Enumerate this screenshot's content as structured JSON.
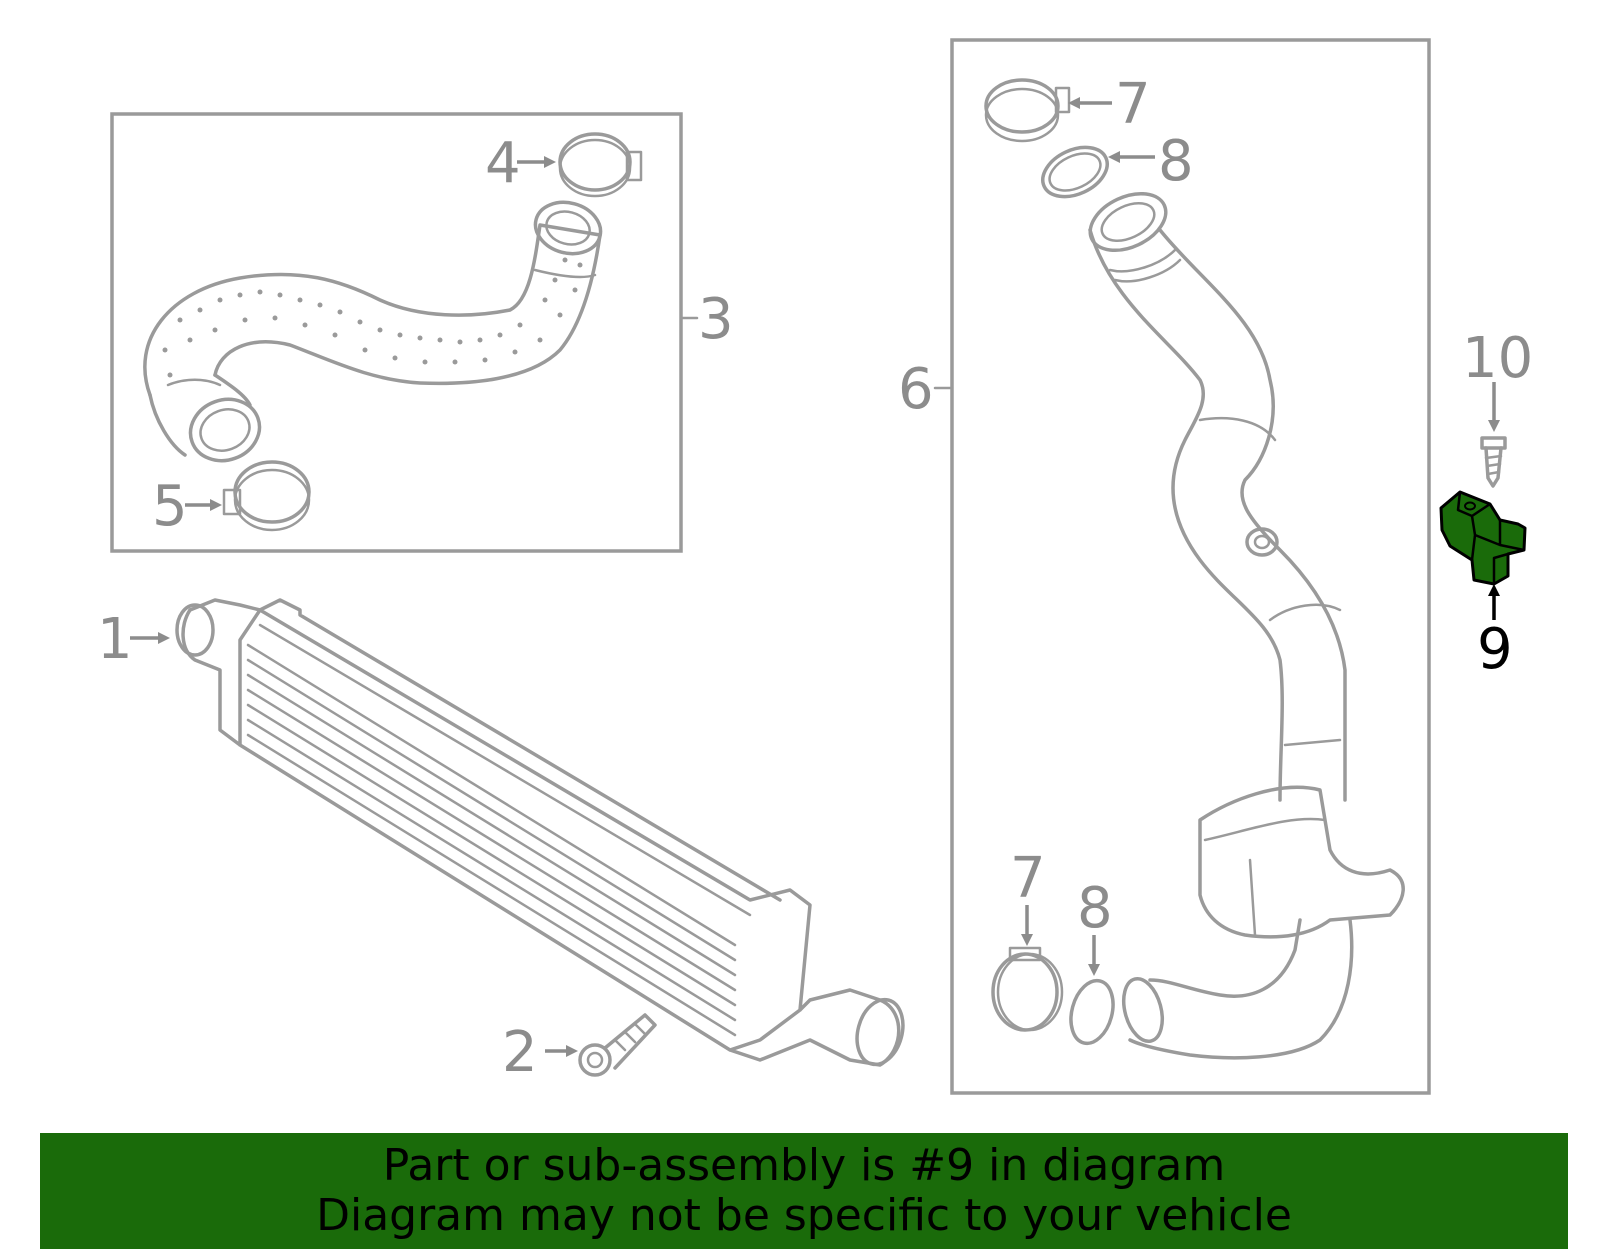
{
  "callouts": {
    "c1": "1",
    "c2": "2",
    "c3": "3",
    "c4": "4",
    "c5": "5",
    "c6": "6",
    "c7a": "7",
    "c7b": "7",
    "c8a": "8",
    "c8b": "8",
    "c9": "9",
    "c10": "10"
  },
  "highlighted_part": "9",
  "colors": {
    "highlight_fill": "#1a6b0a",
    "banner_bg": "#1a6b0a",
    "line_gray": "#9a9a9a"
  },
  "banner": {
    "line1": "Part or sub-assembly is #9 in diagram",
    "line2": "Diagram may not be specific to your vehicle"
  }
}
